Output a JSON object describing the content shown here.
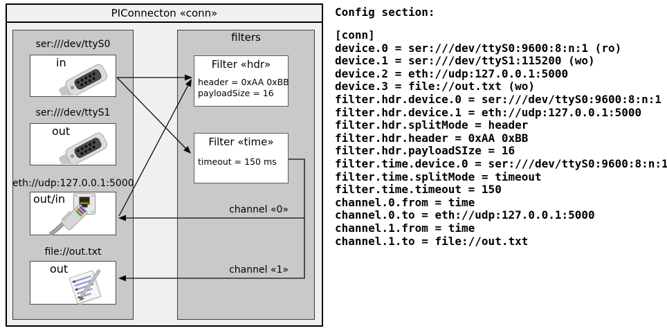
{
  "diagram": {
    "title": "PIConnecton «conn»",
    "colors": {
      "outer_fill": "#f0f0f0",
      "panel_fill": "#c9c9c9",
      "box_fill": "#ffffff"
    },
    "devices": [
      {
        "label": "ser:///dev/ttyS0",
        "direction": "in",
        "icon": "serial-connector-icon"
      },
      {
        "label": "ser:///dev/ttyS1",
        "direction": "out",
        "icon": "serial-connector-icon"
      },
      {
        "label": "eth://udp:127.0.0.1:5000",
        "direction": "out/in",
        "icon": "ethernet-icon"
      },
      {
        "label": "file://out.txt",
        "direction": "out",
        "icon": "notepad-icon"
      }
    ],
    "filters_panel": {
      "title": "filters",
      "filters": [
        {
          "title": "Filter «hdr»",
          "properties": [
            "header = 0xAA 0xBB",
            "payloadSize = 16"
          ]
        },
        {
          "title": "Filter «time»",
          "properties": [
            "timeout = 150 ms"
          ]
        }
      ]
    },
    "channels": [
      {
        "label": "channel «0»"
      },
      {
        "label": "channel «1»"
      }
    ]
  },
  "config": {
    "title": "Config section:",
    "body": "[conn]\ndevice.0 = ser:///dev/ttyS0:9600:8:n:1 (ro)\ndevice.1 = ser:///dev/ttyS1:115200 (wo)\ndevice.2 = eth://udp:127.0.0.1:5000\ndevice.3 = file://out.txt (wo)\nfilter.hdr.device.0 = ser:///dev/ttyS0:9600:8:n:1\nfilter.hdr.device.1 = eth://udp:127.0.0.1:5000\nfilter.hdr.splitMode = header\nfilter.hdr.header = 0xAA 0xBB\nfilter.hdr.payloadSIze = 16\nfilter.time.device.0 = ser:///dev/ttyS0:9600:8:n:1\nfilter.time.splitMode = timeout\nfilter.time.timeout = 150\nchannel.0.from = time\nchannel.0.to = eth://udp:127.0.0.1:5000\nchannel.1.from = time\nchannel.1.to = file://out.txt"
  }
}
